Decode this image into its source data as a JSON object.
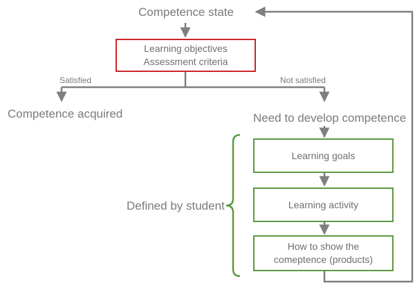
{
  "nodes": {
    "competence_state": "Competence state",
    "objectives_box": {
      "line1": "Learning objectives",
      "line2": "Assessment criteria"
    },
    "competence_acquired": "Competence acquired",
    "need_to_develop": "Need to develop competence",
    "learning_goals": "Learning goals",
    "learning_activity": "Learning activity",
    "show_competence": {
      "line1": "How to show the",
      "line2": "comeptence (products)"
    }
  },
  "edge_labels": {
    "satisfied": "Satisfied",
    "not_satisfied": "Not satisfied"
  },
  "group_label": "Defined by student",
  "colors": {
    "text": "#7a7a7a",
    "arrow": "#7f7f7f",
    "objectives_border": "#c9252c",
    "student_border": "#5a9940",
    "bracket": "#5a9940"
  }
}
